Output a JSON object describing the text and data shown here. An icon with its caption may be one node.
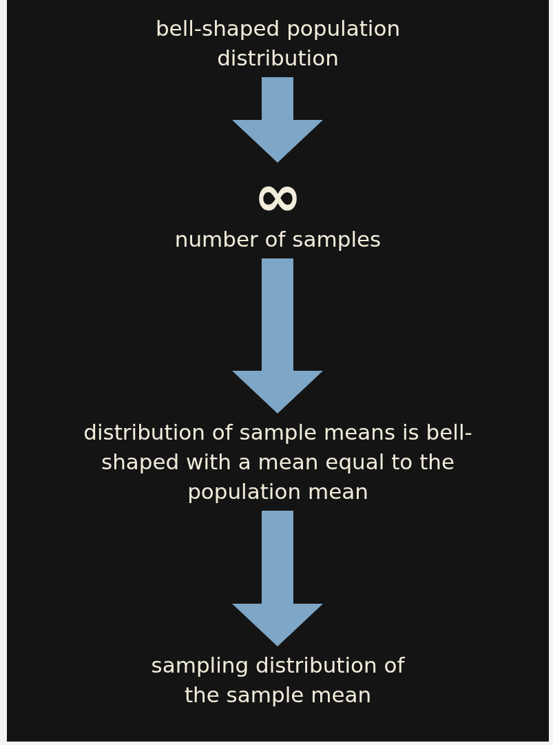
{
  "diagram": {
    "nodes": [
      {
        "text": [
          "bell-shaped population distribution"
        ]
      },
      {
        "text": [
          "∞",
          "number of samples"
        ]
      },
      {
        "text": [
          "distribution of sample means is bell-shaped with a mean equal to the population mean"
        ]
      },
      {
        "text": [
          "sampling distribution of the sample mean"
        ]
      }
    ],
    "edges": [
      {
        "from": 0,
        "to": 1,
        "arrow": "to"
      },
      {
        "from": 1,
        "to": 2,
        "arrow": "to"
      },
      {
        "from": 2,
        "to": 3,
        "arrow": "to"
      }
    ]
  }
}
